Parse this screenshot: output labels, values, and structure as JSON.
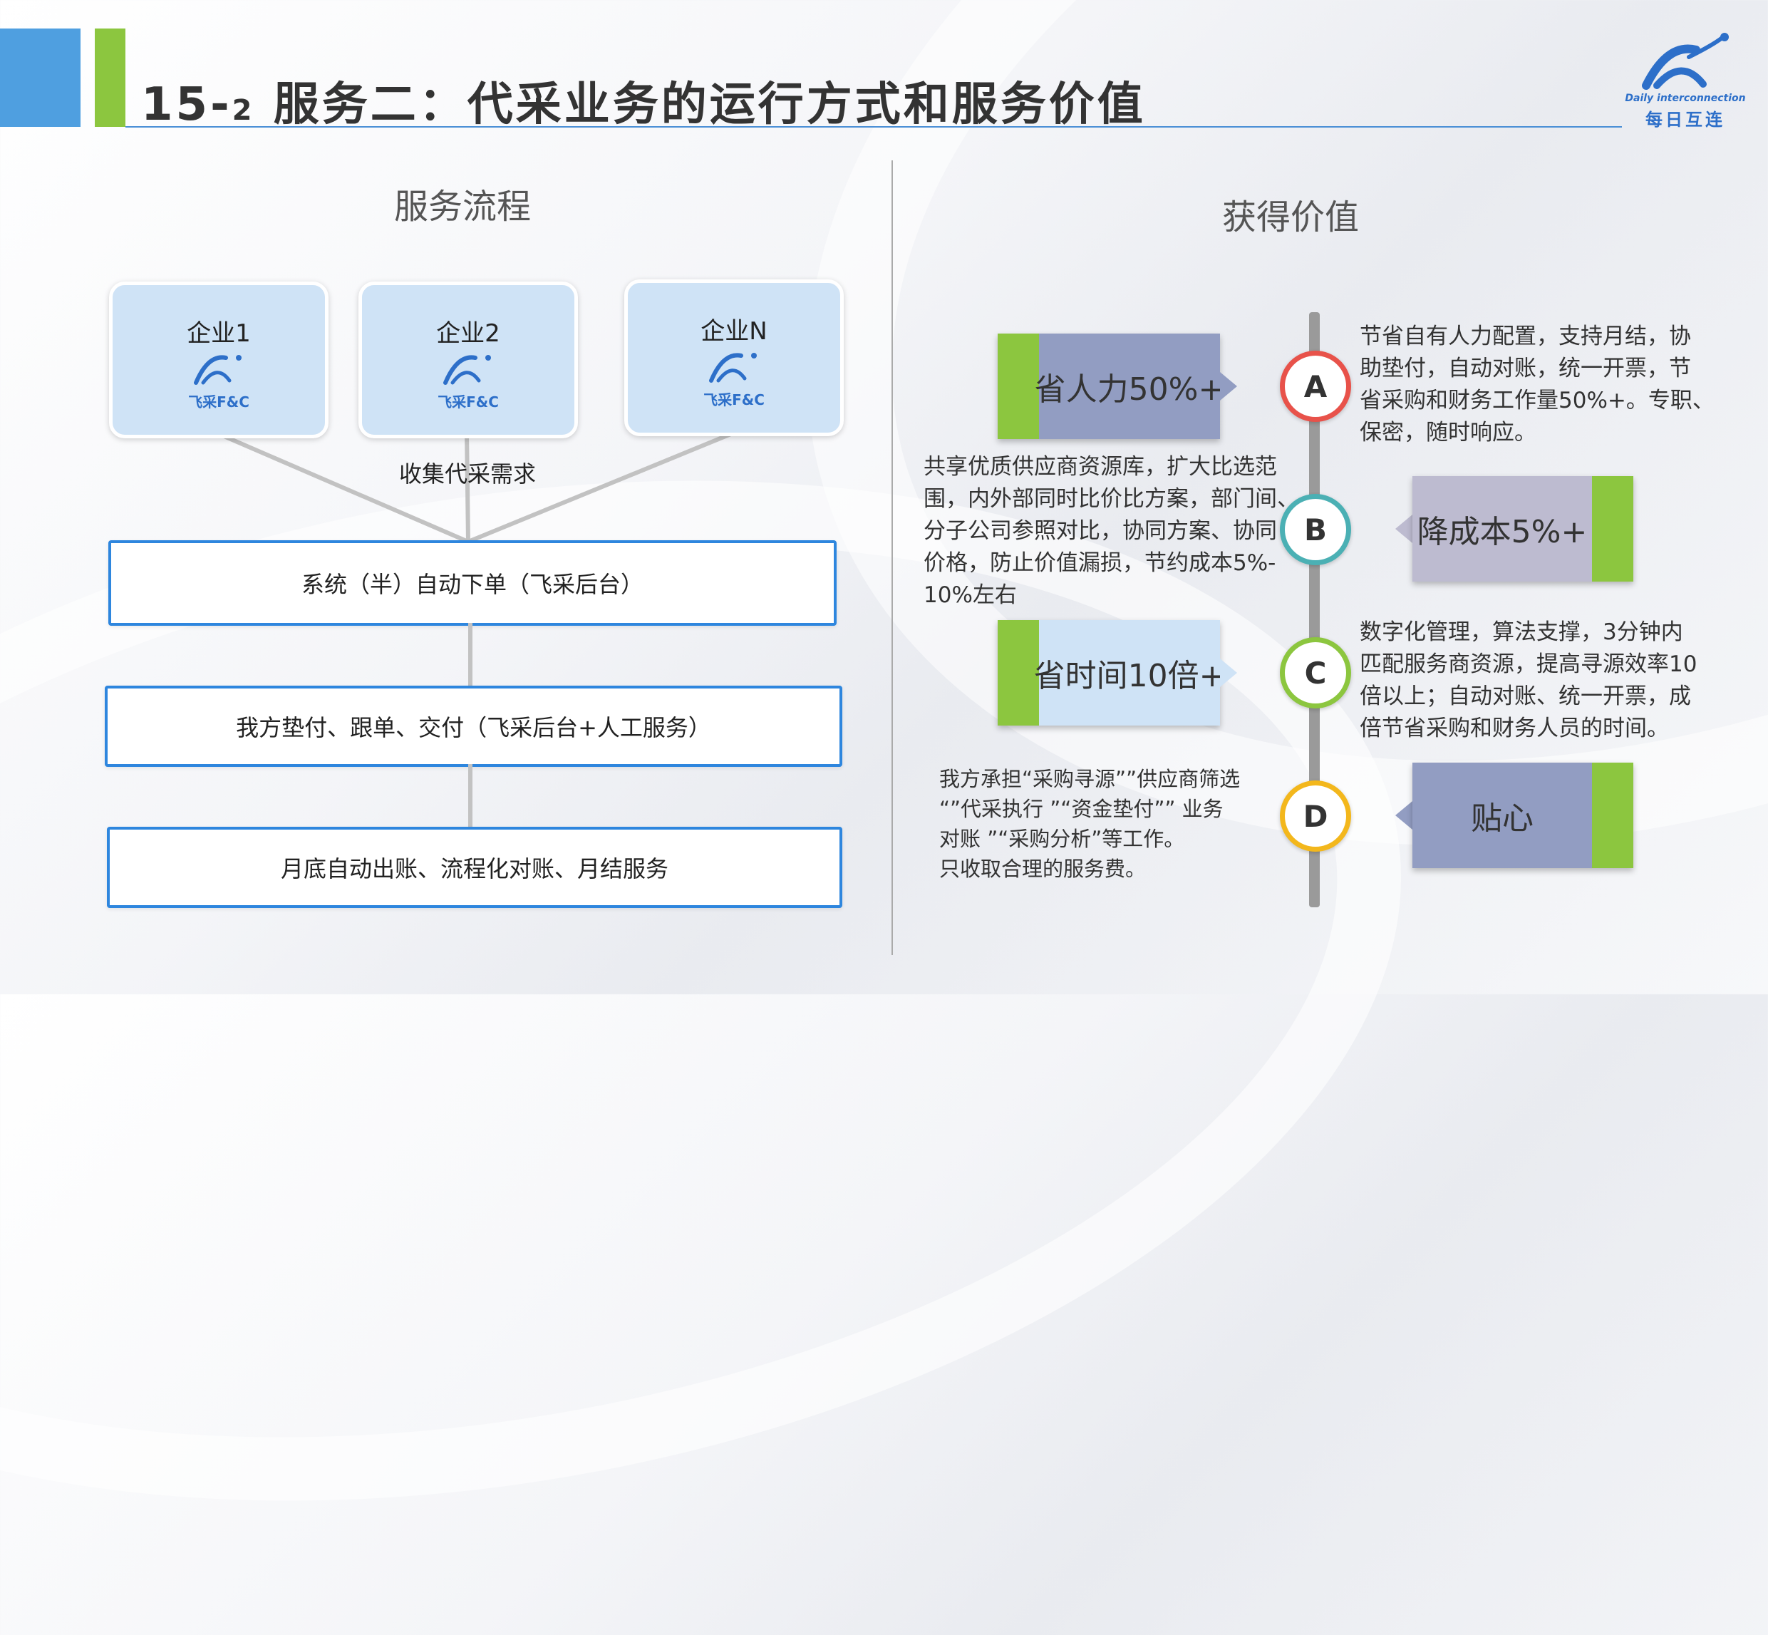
{
  "header": {
    "title_number": "15-",
    "title_sub": "2",
    "title_text": "服务二：代采业务的运行方式和服务价值",
    "logo_en": "Daily interconnection",
    "logo_cn": "每日互连"
  },
  "left": {
    "section_title": "服务流程",
    "enterprises": [
      {
        "label": "企业1",
        "logo_text": "飞采F&C"
      },
      {
        "label": "企业2",
        "logo_text": "飞采F&C"
      },
      {
        "label": "企业N",
        "logo_text": "飞采F&C"
      }
    ],
    "collect_label": "收集代采需求",
    "steps": [
      "系统（半）自动下单（飞采后台）",
      "我方垫付、跟单、交付（飞采后台+人工服务）",
      "月底自动出账、流程化对账、月结服务"
    ]
  },
  "right": {
    "section_title": "获得价值",
    "items": [
      {
        "letter": "A",
        "value": "省人力50%+",
        "desc": [
          "节省自有人力配置，支持月结，协",
          "助垫付，自动对账，统一开票，节",
          "省采购和财务工作量50%+。专职、",
          "保密，随时响应。"
        ]
      },
      {
        "letter": "B",
        "value": "降成本5%+",
        "desc": [
          "共享优质供应商资源库，扩大比选范",
          "围，内外部同时比价比方案，部门间、",
          "分子公司参照对比，协同方案、协同",
          "价格，防止价值漏损，节约成本5%-",
          "10%左右"
        ]
      },
      {
        "letter": "C",
        "value": "省时间10倍+",
        "desc": [
          "数字化管理，算法支撑，3分钟内",
          "匹配服务商资源，提高寻源效率10",
          "倍以上；自动对账、统一开票，成",
          "倍节省采购和财务人员的时间。"
        ]
      },
      {
        "letter": "D",
        "value": "贴心",
        "desc": [
          "我方承担“采购寻源””供应商筛选",
          "“”代采执行 ”“资金垫付”” 业务",
          "对账 ”“采购分析”等工作。",
          "只收取合理的服务费。"
        ]
      }
    ]
  },
  "colors": {
    "accent_blue": "#4f9fe0",
    "accent_green": "#8cc63f",
    "circle_A": "#e8524a",
    "circle_B": "#4bb0b4",
    "circle_C": "#8cc63f",
    "circle_D": "#f3b71c"
  }
}
